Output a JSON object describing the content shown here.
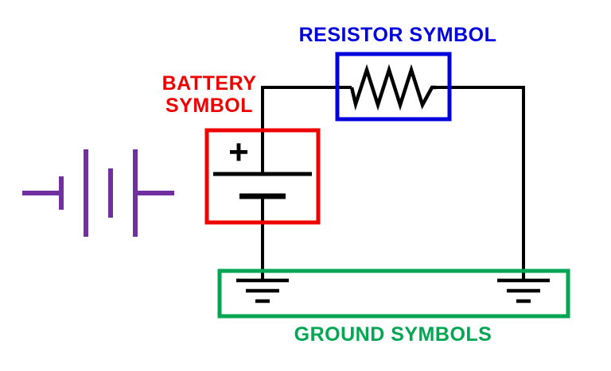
{
  "diagram": {
    "labels": {
      "resistor": "RESISTOR SYMBOL",
      "battery": [
        "BATTERY",
        "SYMBOL"
      ],
      "ground": "GROUND SYMBOLS",
      "plus_sign": "+"
    },
    "colors": {
      "wire": "#000000",
      "resistor": "#0000dd",
      "battery": "#ee0000",
      "ground": "#00a651",
      "purple": "#7030a0",
      "background": "#ffffff"
    }
  }
}
